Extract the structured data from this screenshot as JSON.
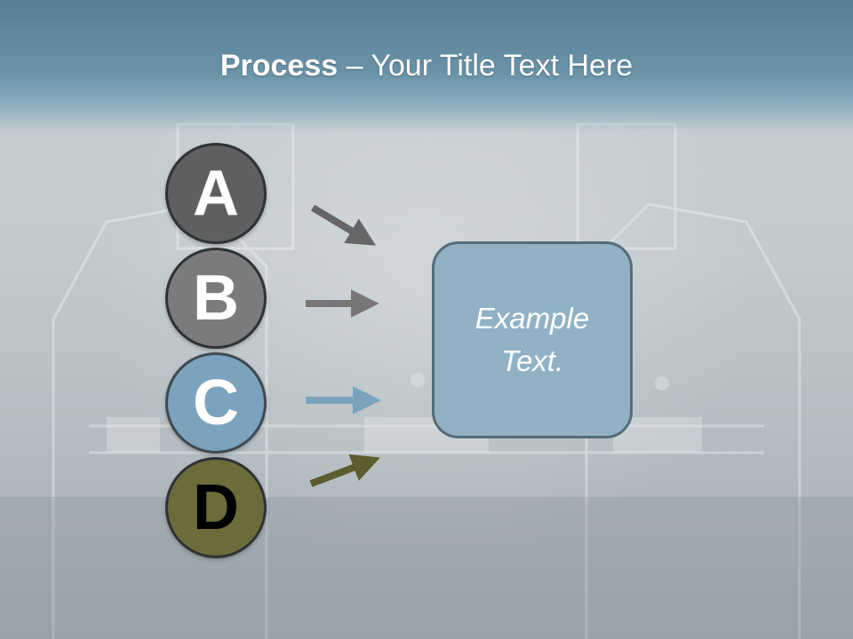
{
  "title": {
    "bold": "Process",
    "rest": " – Your Title Text Here"
  },
  "steps": [
    {
      "letter": "A",
      "color": "#5f5f5f",
      "arrow_color": "#666666"
    },
    {
      "letter": "B",
      "color": "#7b7b7b",
      "arrow_color": "#777777"
    },
    {
      "letter": "C",
      "color": "#7ba3bd",
      "arrow_color": "#7ba3bd"
    },
    {
      "letter": "D",
      "color": "#6c6b3a",
      "arrow_color": "#5c5c2e"
    }
  ],
  "box": {
    "text": "Example Text.",
    "color": "#91b2c5"
  },
  "colors": {
    "header": "#5f889e",
    "background": "#c5cccf"
  }
}
